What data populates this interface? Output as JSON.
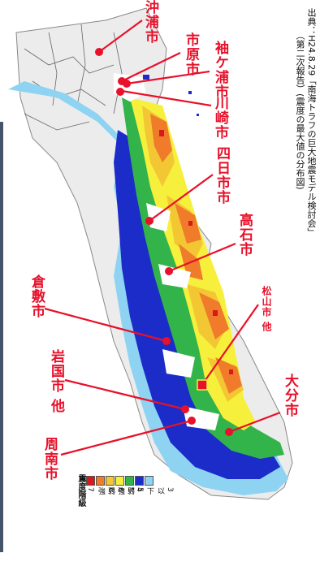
{
  "source": {
    "line1": "出典：H24.8.29「南海トラフの巨大地震モデル検討会」",
    "line2": "（第二次報告）(震度の最大値の分布図)"
  },
  "cities": [
    {
      "id": "okiura",
      "label": "沖浦市"
    },
    {
      "id": "ichihara",
      "label": "市原市"
    },
    {
      "id": "sodegaura",
      "label": "袖ケ浦市"
    },
    {
      "id": "kawasaki",
      "label": "川崎市"
    },
    {
      "id": "yokkaichi",
      "label": "四日市市"
    },
    {
      "id": "takaishi",
      "label": "高石市"
    },
    {
      "id": "matsuyama",
      "label": "松山市 他"
    },
    {
      "id": "oita",
      "label": "大分市"
    },
    {
      "id": "kurashiki",
      "label": "倉敷市"
    },
    {
      "id": "iwakuni",
      "label": "岩国市 他"
    },
    {
      "id": "shunan",
      "label": "周南市"
    }
  ],
  "legend": {
    "title": "震度階級",
    "items": [
      {
        "label": "7",
        "color": "#d7191c"
      },
      {
        "label": "6強",
        "color": "#f07b2b"
      },
      {
        "label": "6弱",
        "color": "#f3c733"
      },
      {
        "label": "5強",
        "color": "#f6f03c"
      },
      {
        "label": "5弱",
        "color": "#33b44a"
      },
      {
        "label": "4",
        "color": "#1b2cc9"
      },
      {
        "label": "3以下",
        "color": "#8fd3f2"
      }
    ]
  }
}
